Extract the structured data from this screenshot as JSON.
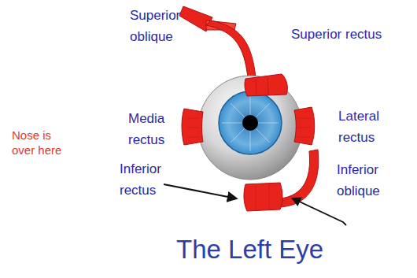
{
  "diagram": {
    "title": "The Left Eye",
    "labels": [
      "Superior oblique",
      "Superior rectus",
      "Media rectus",
      "Lateral rectus",
      "Inferior rectus",
      "Inferior oblique",
      "Nose is over here"
    ]
  }
}
